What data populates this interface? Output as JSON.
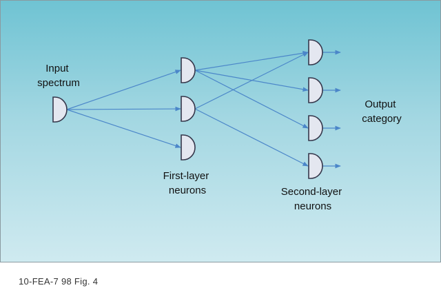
{
  "labels": {
    "input": [
      "Input",
      "spectrum"
    ],
    "first_layer": [
      "First-layer",
      "neurons"
    ],
    "second_layer": [
      "Second-layer",
      "neurons"
    ],
    "output": [
      "Output",
      "category"
    ]
  },
  "caption": "10-FEA-7 98 Fig. 4",
  "colors": {
    "background_top": "#6fc3d3",
    "background_bottom": "#cfeaf0",
    "connection": "#4b86c9",
    "neuron_fill": "#e4e7f0",
    "neuron_outline": "#35364a"
  },
  "network": {
    "layers": [
      {
        "name": "input",
        "neurons": 1
      },
      {
        "name": "first-layer",
        "neurons": 3
      },
      {
        "name": "second-layer",
        "neurons": 4
      }
    ],
    "connections": [
      {
        "from": "input-1",
        "to": "first-1"
      },
      {
        "from": "input-1",
        "to": "first-2"
      },
      {
        "from": "input-1",
        "to": "first-3"
      },
      {
        "from": "first-1",
        "to": "second-1"
      },
      {
        "from": "first-1",
        "to": "second-2"
      },
      {
        "from": "first-1",
        "to": "second-3"
      },
      {
        "from": "first-2",
        "to": "second-1"
      },
      {
        "from": "first-2",
        "to": "second-4"
      }
    ],
    "outputs": [
      "second-1",
      "second-2",
      "second-3",
      "second-4"
    ]
  }
}
